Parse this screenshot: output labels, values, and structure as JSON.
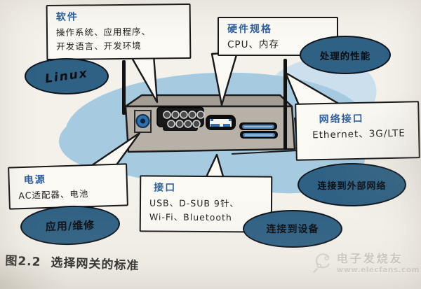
{
  "figure": {
    "caption_prefix": "图2.2",
    "caption_text": "选择网关的标准"
  },
  "callouts": [
    {
      "id": "software",
      "title": "软件",
      "lines": [
        "操作系统、应用程序、",
        "开发语言、开发环境"
      ]
    },
    {
      "id": "hardware",
      "title": "硬件规格",
      "lines": [
        "CPU、内存"
      ]
    },
    {
      "id": "network",
      "title": "网络接口",
      "lines": [
        "Ethernet、3G/LTE"
      ]
    },
    {
      "id": "power",
      "title": "电源",
      "lines": [
        "AC适配器、电池"
      ]
    },
    {
      "id": "interface",
      "title": "接口",
      "lines": [
        "USB、D-SUB 9针、",
        "Wi-Fi、Bluetooth"
      ]
    }
  ],
  "bubbles": [
    {
      "id": "linux",
      "label": "Linux"
    },
    {
      "id": "performance",
      "label": "处理的性能"
    },
    {
      "id": "external",
      "label": "连接到外部网络"
    },
    {
      "id": "operation",
      "label": "应用/维修"
    },
    {
      "id": "devices",
      "label": "连接到设备"
    }
  ],
  "watermark": {
    "brand": "电子发烧友",
    "url": "www.elecfans.com"
  },
  "colors": {
    "title_blue": "#2d5f9e",
    "bubble_fill": "#2f6184",
    "swoosh_blue": "#a6cbe0",
    "device_gray": "#b6b0a8",
    "port_blue": "#2f6fae",
    "paper": "#f4f1ea"
  }
}
